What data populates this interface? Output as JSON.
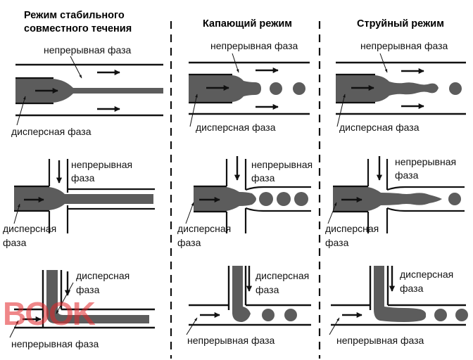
{
  "headers": {
    "stable": [
      "Режим стабильного",
      "совместного течения"
    ],
    "dripping": "Капающий режим",
    "jetting": "Струйный режим"
  },
  "labels": {
    "continuous": "непрерывная фаза",
    "continuous_l1": "непрерывная",
    "disperse": "дисперсная фаза",
    "disperse_l1": "дисперсная",
    "phase": "фаза"
  },
  "watermark": "BOOK",
  "colors": {
    "fluid": "#5c5c5c",
    "wall": "#111111",
    "watermark": "#e2262a"
  }
}
